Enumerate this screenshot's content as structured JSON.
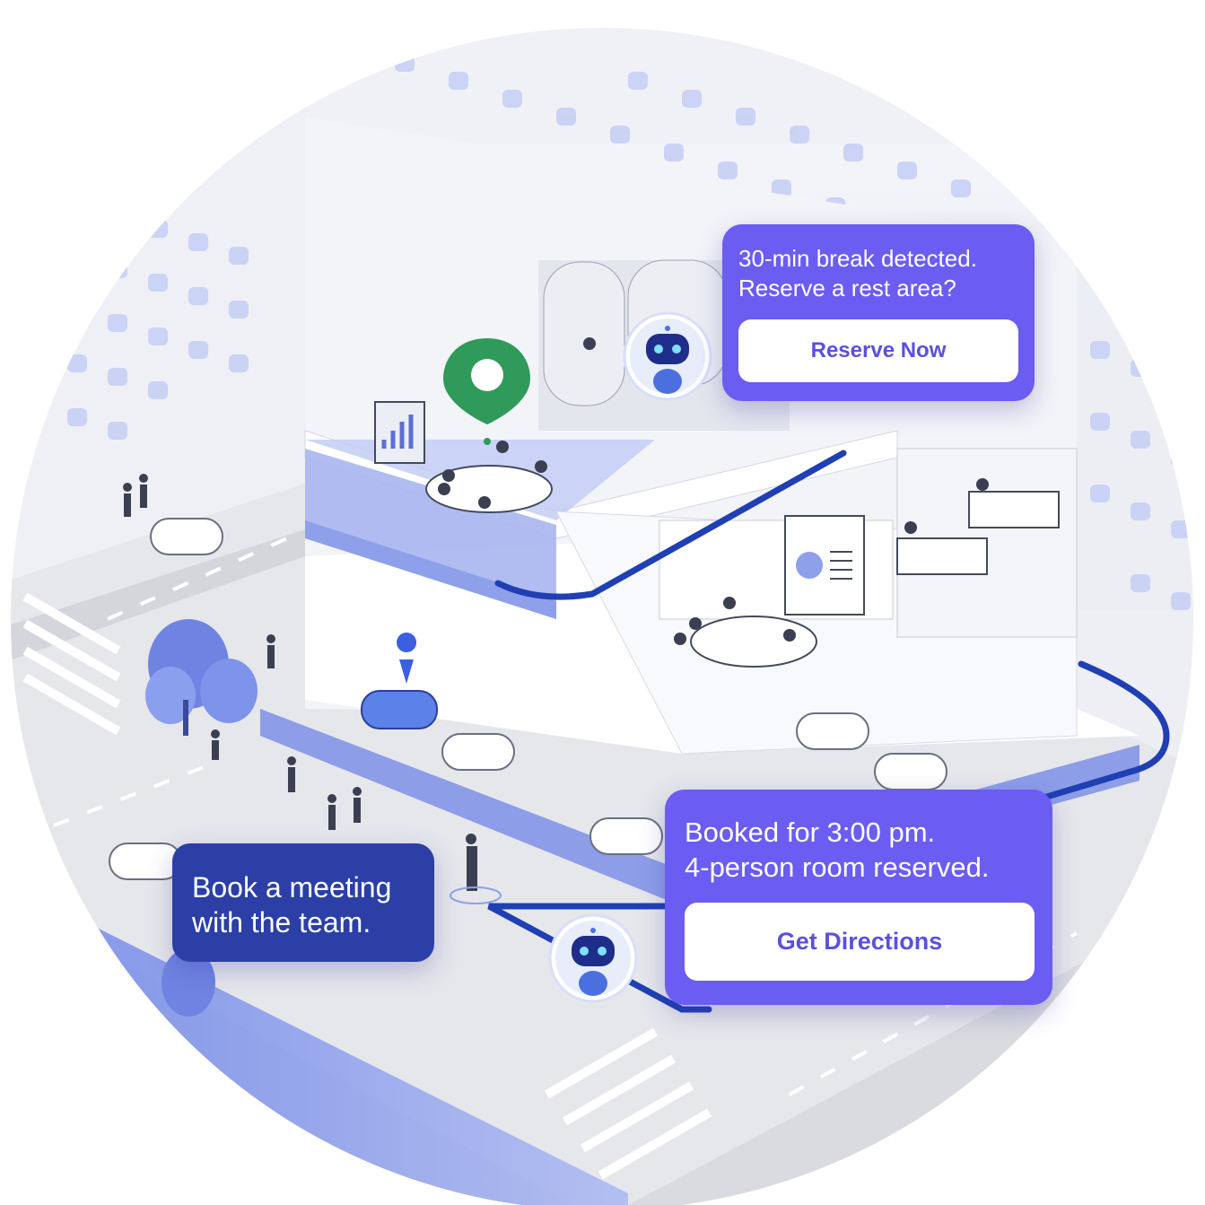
{
  "notifications": {
    "break_alert": {
      "message_line1": "30-min break detected.",
      "message_line2": "Reserve a rest area?",
      "button_label": "Reserve Now"
    },
    "booking_confirmation": {
      "message_line1": "Booked for 3:00 pm.",
      "message_line2": "4-person room reserved.",
      "button_label": "Get Directions"
    },
    "user_request": {
      "message_line1": "Book a meeting",
      "message_line2": "with the team."
    }
  },
  "colors": {
    "assistant_bubble": "#6b5cf2",
    "user_bubble": "#2b3fa6",
    "route_line": "#1f3fb3",
    "location_pin": "#2f9a5a",
    "accent_blue": "#4a6bd8"
  },
  "icons": [
    "robot-assistant-icon",
    "location-pin-icon",
    "car-icon",
    "tree-icon",
    "chart-icon"
  ]
}
